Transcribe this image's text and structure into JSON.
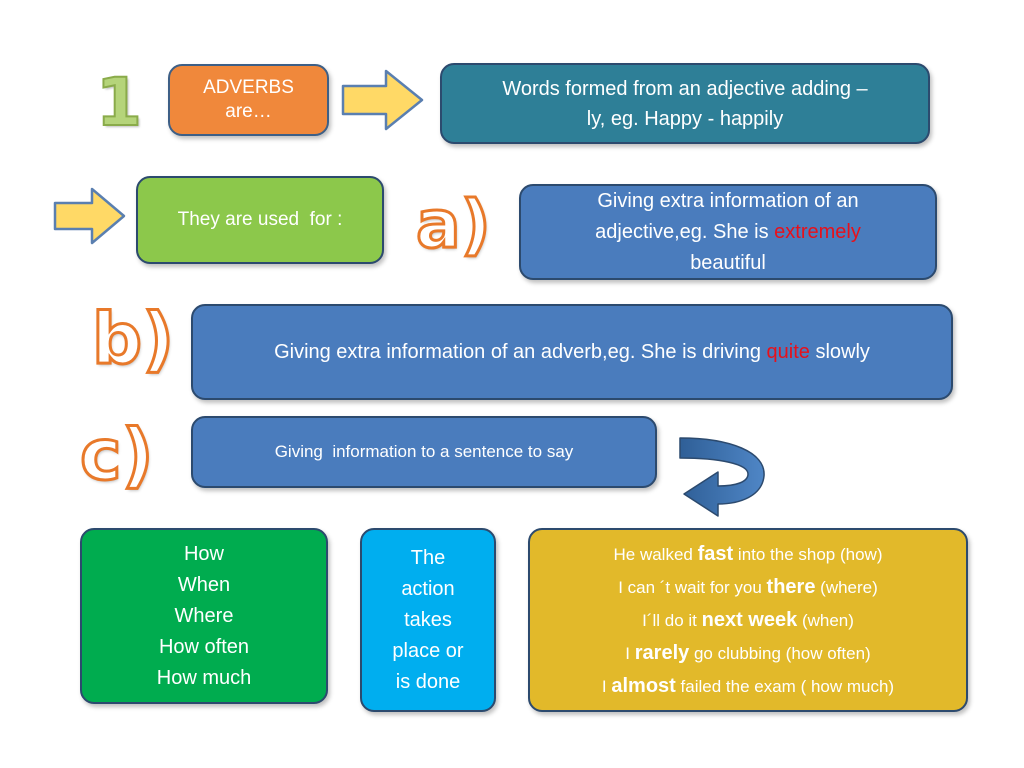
{
  "number_label": "1",
  "adverbs_box": {
    "line1": "ADVERBS",
    "line2": "are…"
  },
  "definition_box": {
    "line1": "Words formed from an adjective adding –",
    "line2": "ly, eg. Happy - happily"
  },
  "used_for_box": {
    "text": "They are used  for :"
  },
  "letters": {
    "a": "a)",
    "b": "b)",
    "c": "c)"
  },
  "box_a": {
    "line1": "Giving extra information of an",
    "line2_pre": "adjective,eg. She is ",
    "line2_hl": "extremely",
    "line3": "beautiful"
  },
  "box_b": {
    "pre": "Giving extra information of an adverb,eg. She is driving ",
    "hl": "quite",
    "post": " slowly"
  },
  "box_c": {
    "text": "Giving  information to a sentence to say"
  },
  "questions_box": {
    "items": [
      "How",
      "When",
      "Where",
      "How often",
      "How much"
    ]
  },
  "action_box": {
    "lines": [
      "The",
      "action",
      "takes",
      "place or",
      "is done"
    ]
  },
  "examples_box": {
    "rows": [
      {
        "pre": "He walked ",
        "bold": "fast",
        "post": " into the shop (how)"
      },
      {
        "pre": "I can ´t wait for you ",
        "bold": "there",
        "post": " (where)"
      },
      {
        "pre": "I´ll do it ",
        "bold": "next week",
        "post": " (when)"
      },
      {
        "pre": "I ",
        "bold": "rarely",
        "post": " go clubbing (how often)"
      },
      {
        "pre": "I ",
        "bold": "almost",
        "post": " failed the exam ( how much)"
      }
    ]
  },
  "colors": {
    "orange": "#f0883b",
    "teal": "#2e7f97",
    "green_light": "#8cc84b",
    "blue": "#4a7cbd",
    "green": "#00ac4f",
    "cyan": "#00aeef",
    "gold": "#e2b92a",
    "arrow_yellow": "#ffd966",
    "letter_orange": "#f08a3c",
    "number_green": "#9bbb59"
  }
}
